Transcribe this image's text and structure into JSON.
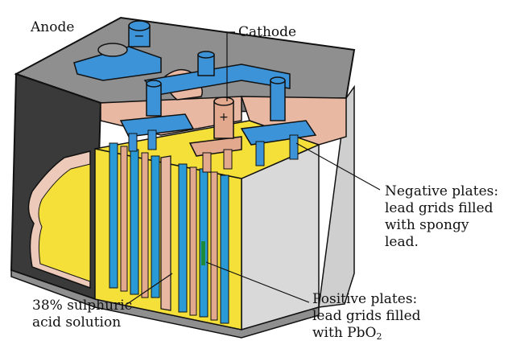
{
  "labels": {
    "anode": "Anode",
    "cathode": "Cathode",
    "negative_plates": [
      "Negative plates:",
      "lead grids filled",
      "with spongy",
      "lead."
    ],
    "positive_plates": [
      "Positive plates:",
      "lead grids filled"
    ],
    "positive_plates_last": "with PbO",
    "positive_plates_sub": "2",
    "acid": [
      "38% sulphuric",
      "acid solution"
    ],
    "minus_sign": "−",
    "plus_sign": "+"
  },
  "colors": {
    "casing": "#8f8f8f",
    "casing_dark": "#3a3a3a",
    "electrolyte": "#f5e03a",
    "grid_blue": "#2a9ad6",
    "grid_pink": "#e2a98f",
    "sealing": "#e9b8a2",
    "terminal_blue": "#3c93d8",
    "side_panel": "#d9d9d9"
  }
}
